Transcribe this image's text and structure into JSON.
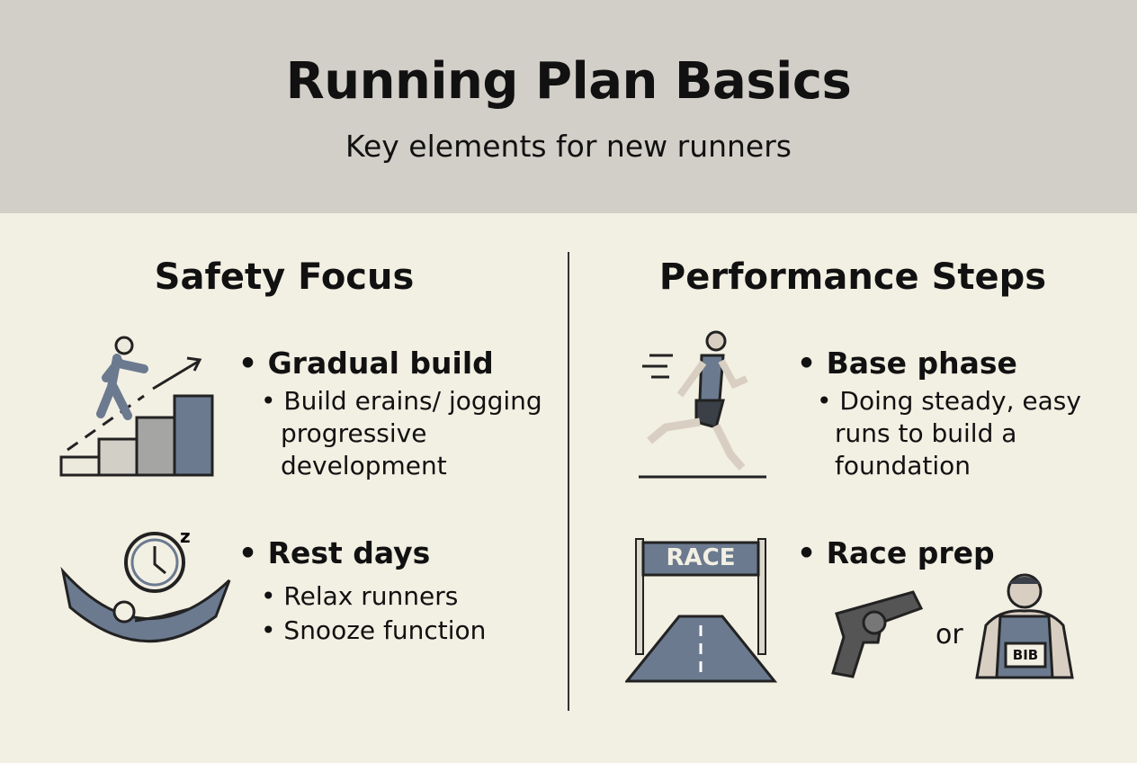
{
  "header": {
    "title": "Running Plan Basics",
    "subtitle": "Key elements for new runners"
  },
  "left": {
    "heading": "Safety Focus",
    "items": [
      {
        "title": "• Gradual build",
        "bullets": [
          "• Build erains/ jogging",
          "progressive",
          "development"
        ]
      },
      {
        "title": "• Rest days",
        "bullets": [
          "• Relax runners",
          "• Snooze function"
        ]
      }
    ]
  },
  "right": {
    "heading": "Performance Steps",
    "items": [
      {
        "title": "• Base phase",
        "bullets": [
          "• Doing steady, easy",
          "runs to build a",
          "foundation"
        ]
      },
      {
        "title": "• Race prep",
        "banner": "RACE",
        "or": "or",
        "bib": "BIB"
      }
    ]
  },
  "colors": {
    "header_bg": "#d2cfc8",
    "page_bg": "#f2efe3",
    "slate": "#6b7a8f"
  }
}
